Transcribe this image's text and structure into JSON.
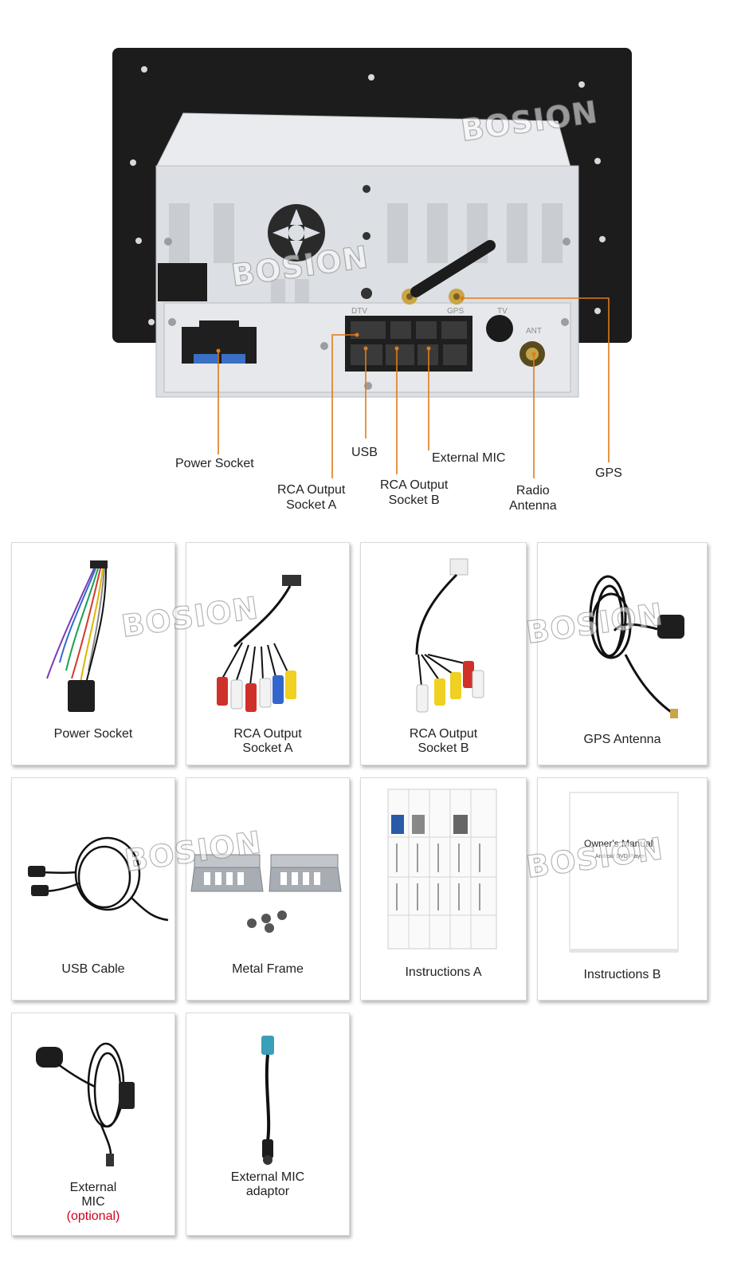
{
  "watermark": "BOSION",
  "diagram": {
    "callouts": {
      "power_socket": "Power Socket",
      "rca_a_line1": "RCA Output",
      "rca_a_line2": "Socket A",
      "usb": "USB",
      "rca_b_line1": "RCA Output",
      "rca_b_line2": "Socket B",
      "external_mic": "External MIC",
      "radio_line1": "Radio",
      "radio_line2": "Antenna",
      "gps": "GPS"
    },
    "port_marks": {
      "dtv": "DTV",
      "gps": "GPS",
      "tv": "TV",
      "ant": "ANT"
    },
    "leader_color": "#e07b1a"
  },
  "accessories": [
    {
      "line1": "Power Socket",
      "line2": ""
    },
    {
      "line1": "RCA Output",
      "line2": "Socket A"
    },
    {
      "line1": "RCA Output",
      "line2": "Socket B"
    },
    {
      "line1": "GPS Antenna",
      "line2": ""
    },
    {
      "line1": "USB Cable",
      "line2": ""
    },
    {
      "line1": "Metal Frame",
      "line2": ""
    },
    {
      "line1": "Instructions A",
      "line2": ""
    },
    {
      "line1": "Instructions B",
      "line2": ""
    },
    {
      "line1": "External",
      "line2": "MIC",
      "line3": "(optional)"
    },
    {
      "line1": "External MIC",
      "line2": "adaptor"
    }
  ],
  "manual_text": {
    "title": "Owner's Manual",
    "subtitle": "Android DVD Player"
  }
}
